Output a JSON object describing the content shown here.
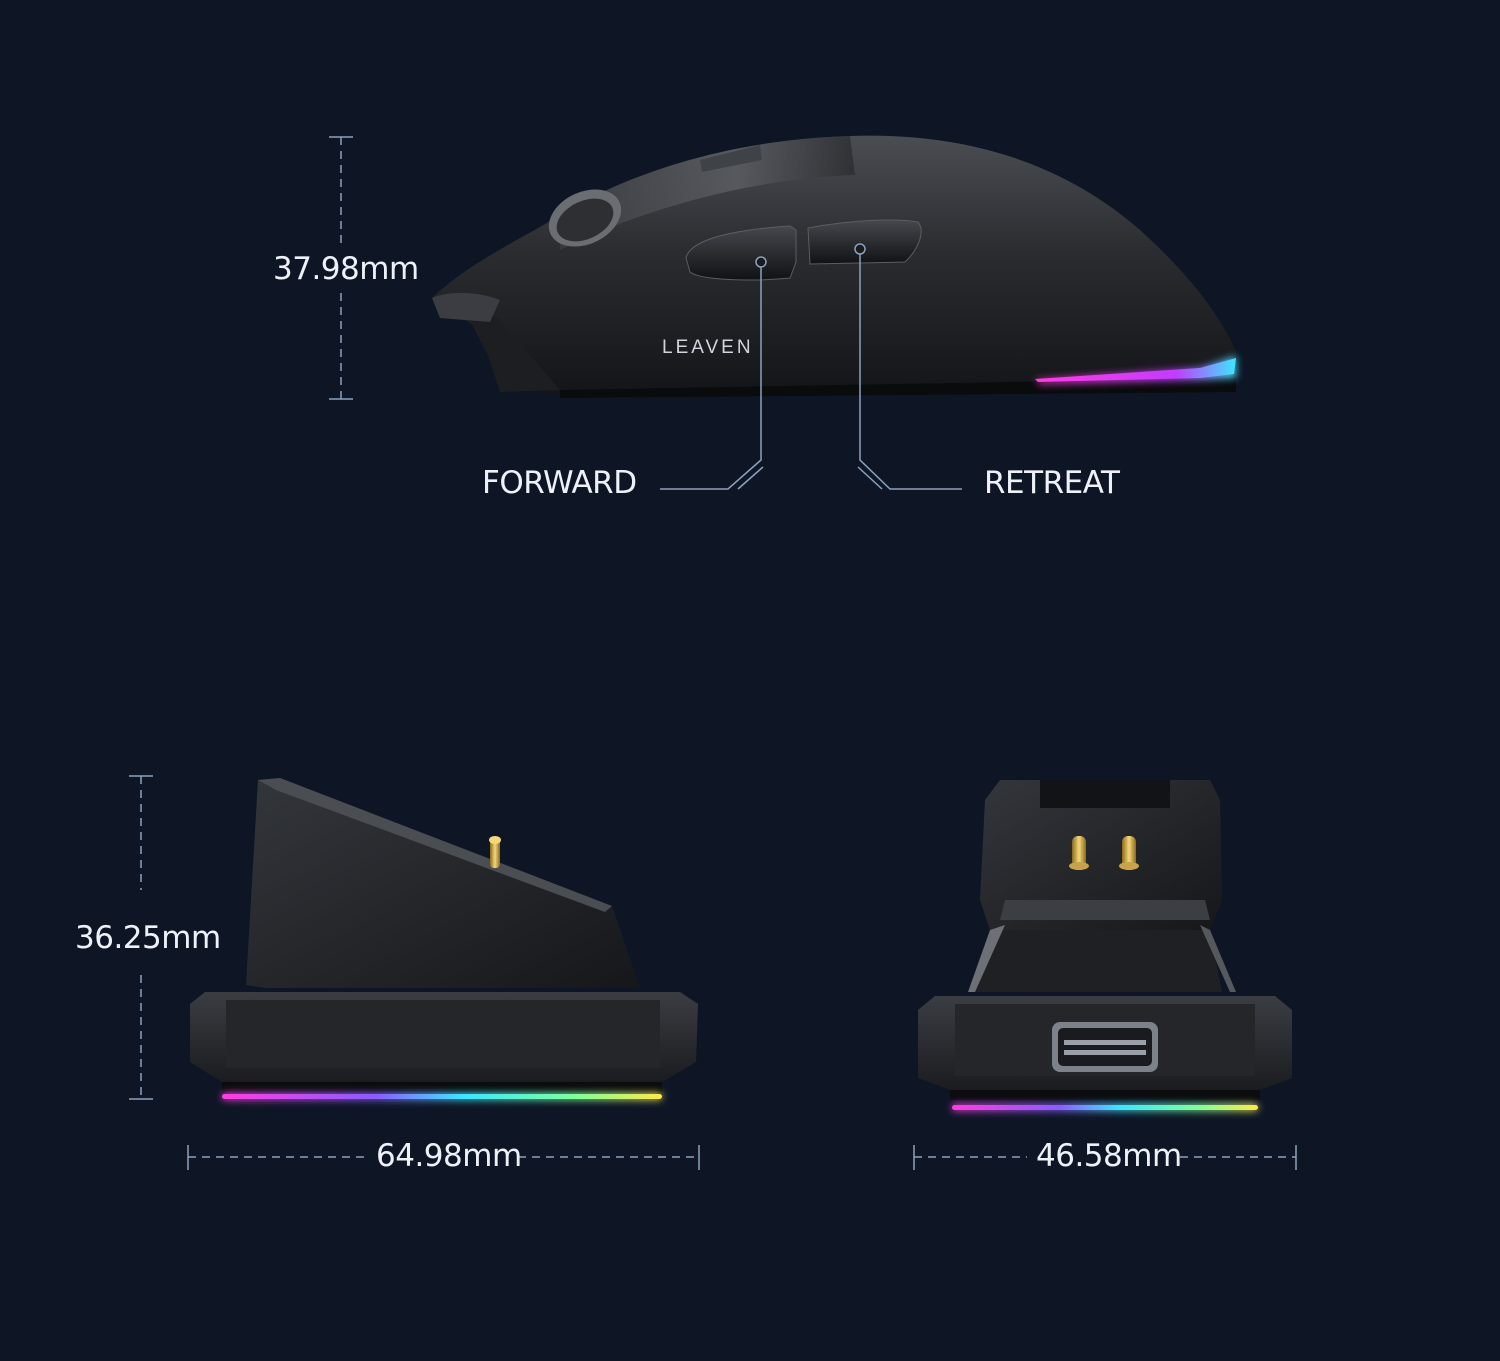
{
  "brand": "LEAVEN",
  "mouse": {
    "height": "37.98mm",
    "forward_label": "FORWARD",
    "retreat_label": "RETREAT"
  },
  "dock_side": {
    "height": "36.25mm",
    "width": "64.98mm"
  },
  "dock_front": {
    "width": "46.58mm"
  },
  "colors": {
    "background": "#0e1626",
    "guide_line": "#8aa2bd",
    "rgb_magenta": "#ff3de0",
    "rgb_cyan": "#3ee6ff",
    "rgb_yellow": "#ffe94a"
  }
}
